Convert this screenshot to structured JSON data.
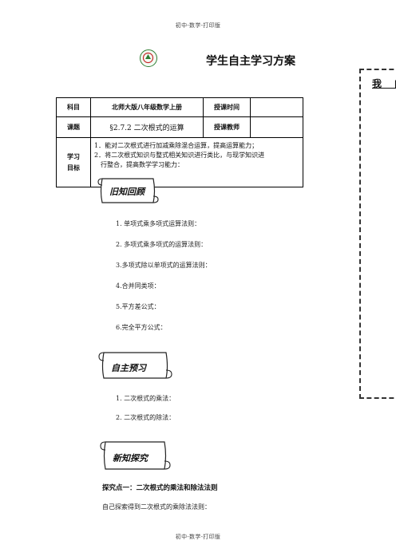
{
  "header": "初中-数学-打印版",
  "footer": "初中-数学-打印版",
  "title": "学生自主学习方案",
  "side_label": "我 的",
  "table": {
    "subject_label": "科目",
    "subject_value": "北师大版八年级数学上册",
    "time_label": "授课时间",
    "time_value": "",
    "topic_label": "课题",
    "topic_value": "§2.7.2 二次根式的运算",
    "teacher_label": "授课教师",
    "teacher_value": "",
    "goals_label_1": "学习",
    "goals_label_2": "目标",
    "goal_1": "1．能对二次根式进行加减乘除混合运算，提高运算能力；",
    "goal_2": "2．将二次根式知识与整式相关知识进行类比，与现学知识进",
    "goal_2b": "行整合，提高数学学习能力："
  },
  "banners": {
    "review": "旧知回顾",
    "preview": "自主预习",
    "explore": "新知探究"
  },
  "review_items": [
    "1. 单项式乘多项式运算法则：",
    "2. 多项式乘多项式的运算法则：",
    "3.多项式除以单项式的运算法则：",
    "4.合并同类项：",
    "5.平方差公式：",
    "6.完全平方公式："
  ],
  "preview_items": [
    "1. 二次根式的乘法：",
    "2.   二次根式的除法："
  ],
  "explore": {
    "heading": "探究点一：二次根式的乘法和除法法则",
    "line": "自己探索得到二次根式的乘除法法则："
  }
}
